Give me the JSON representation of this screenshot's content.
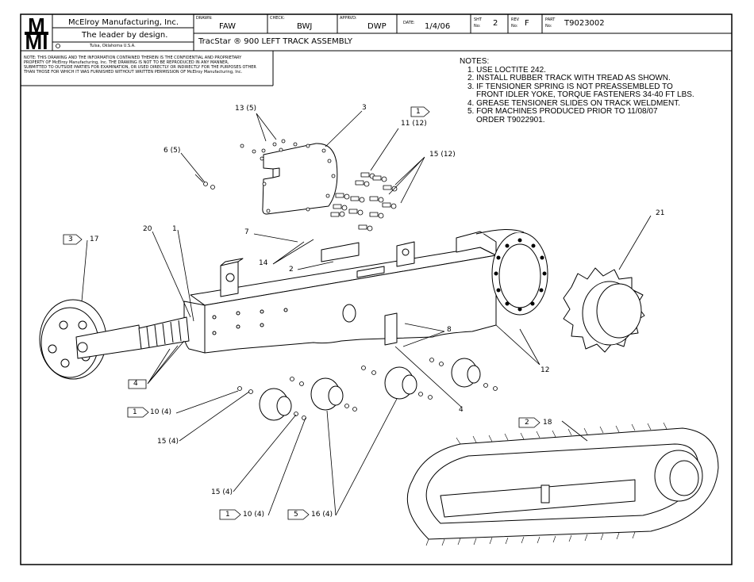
{
  "title_block": {
    "company": "McElroy Manufacturing, Inc.",
    "tagline": "The leader by design.",
    "location": "Tulsa, Oklahoma U.S.A.",
    "drawn_label": "DRAWN:",
    "drawn_value": "FAW",
    "check_label": "CHECK:",
    "check_value": "BWJ",
    "apprvd_label": "APPRVD:",
    "apprvd_value": "DWP",
    "date_label": "DATE:",
    "date_value": "1/4/06",
    "sht_label_1": "SHT",
    "sht_label_2": "No:",
    "sht_value": "2",
    "rev_label_1": "REV",
    "rev_label_2": "No:",
    "rev_value": "F",
    "part_label_1": "PART",
    "part_label_2": "No:",
    "part_value": "T9023002",
    "drawing_title": "TracStar ® 900 LEFT TRACK ASSEMBLY"
  },
  "confidential": [
    "NOTE: THIS DRAWING AND THE INFORMATION CONTAINED THEREIN IS THE CONFIDENTIAL AND PROPRIETARY",
    "PROPERTY OF McElroy Manufacturing, Inc. THE DRAWING IS NOT TO BE REPRODUCED IN ANY MANNER,",
    "SUBMITTED TO OUTSIDE PARTIES FOR EXAMINATION, OR USED DIRECTLY OR INDIRECTLY FOR THE PURPOSES OTHER",
    "THAN THOSE FOR WHICH IT WAS FURNISHED WITHOUT WRITTEN PERMISSION OF McElroy Manufacturing, Inc."
  ],
  "notes": {
    "heading": "NOTES:",
    "lines": [
      "1. USE LOCTITE 242.",
      "2. INSTALL RUBBER TRACK WITH TREAD AS SHOWN.",
      "3. IF TENSIONER SPRING IS NOT PREASSEMBLED TO",
      "FRONT IDLER YOKE, TORQUE FASTENERS 34-40 FT LBS.",
      "4. GREASE TENSIONER SLIDES ON TRACK WELDMENT.",
      "5. FOR MACHINES PRODUCED PRIOR TO 11/08/07",
      "ORDER T9022901."
    ]
  },
  "callouts": {
    "c13": "13 (5)",
    "c3": "3",
    "c1a": "1",
    "c11": "11 (12)",
    "c15a": "15 (12)",
    "c6": "6 (5)",
    "c21": "21",
    "c3flag": "3",
    "c17": "17",
    "c20": "20",
    "c1b": "1",
    "c7": "7",
    "c14": "14",
    "c2": "2",
    "c8": "8",
    "c12": "12",
    "c4a": "4",
    "c4b": "4",
    "c1c": "1",
    "c10a": "10 (4)",
    "c15b": "15 (4)",
    "c2flag": "2",
    "c18": "18",
    "c15c": "15 (4)",
    "c1d": "1",
    "c10b": "10 (4)",
    "c5": "5",
    "c16": "16 (4)"
  },
  "colors": {
    "line": "#000000",
    "paper": "#ffffff",
    "logo": "#000000"
  }
}
